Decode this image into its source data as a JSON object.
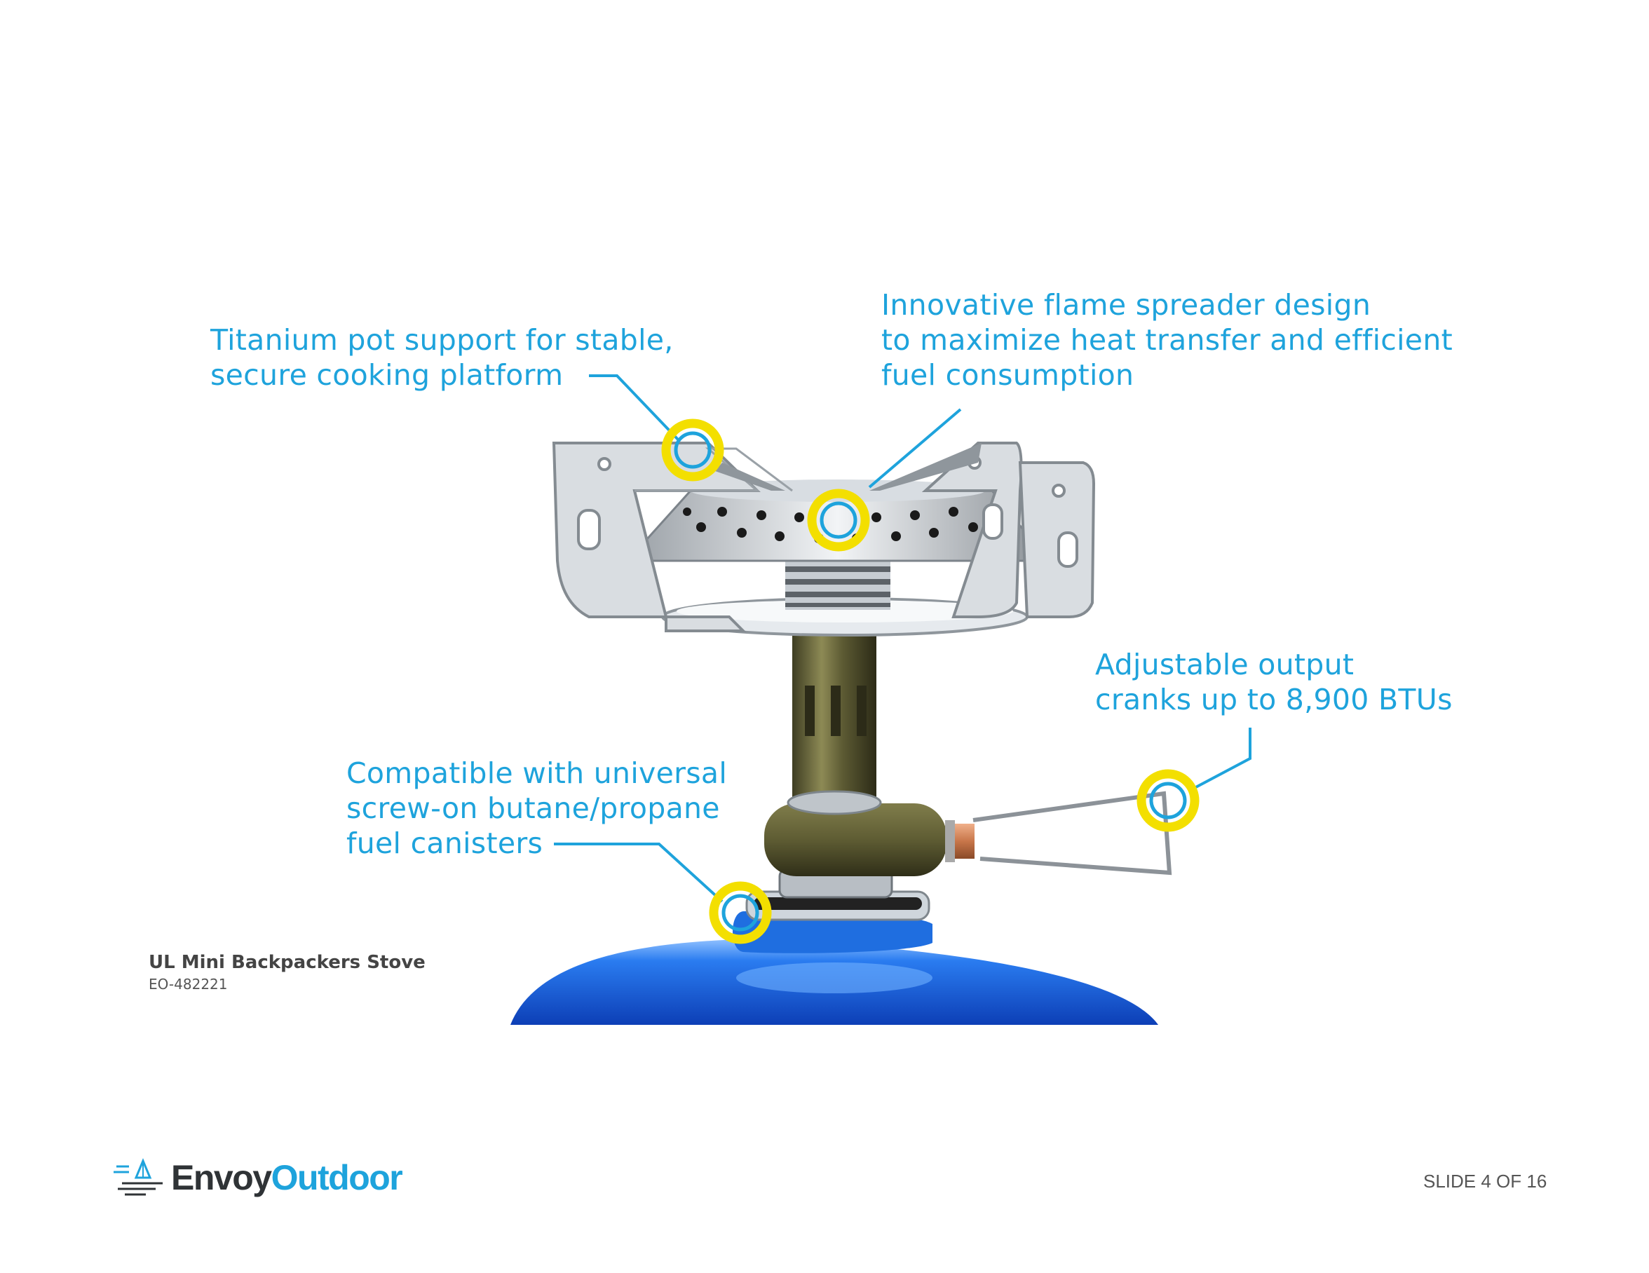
{
  "slide": {
    "callouts": [
      {
        "id": "pot-support",
        "lines": [
          "Titanium pot support for stable,",
          "secure cooking platform"
        ]
      },
      {
        "id": "flame-spreader",
        "lines": [
          "Innovative flame spreader design",
          "to maximize heat transfer and efficient",
          "fuel consumption"
        ]
      },
      {
        "id": "adjustable-output",
        "lines": [
          "Adjustable output",
          "cranks up to 8,900 BTUs"
        ]
      },
      {
        "id": "canister-compat",
        "lines": [
          "Compatible with universal",
          "screw-on butane/propane",
          "fuel canisters"
        ]
      }
    ],
    "product": {
      "name": "UL Mini Backpackers Stove",
      "code": "EO-482221"
    },
    "counter": "SLIDE 4 OF 16"
  },
  "brand": {
    "name_part1": "Envoy",
    "name_part2": "Outdoor",
    "logo_icon": "tent-trees-logo-icon"
  },
  "colors": {
    "accent": "#1ea3dc",
    "marker_ring": "#f3df00",
    "canister": "#1e6fe0",
    "brass": "#6b6a3a"
  }
}
